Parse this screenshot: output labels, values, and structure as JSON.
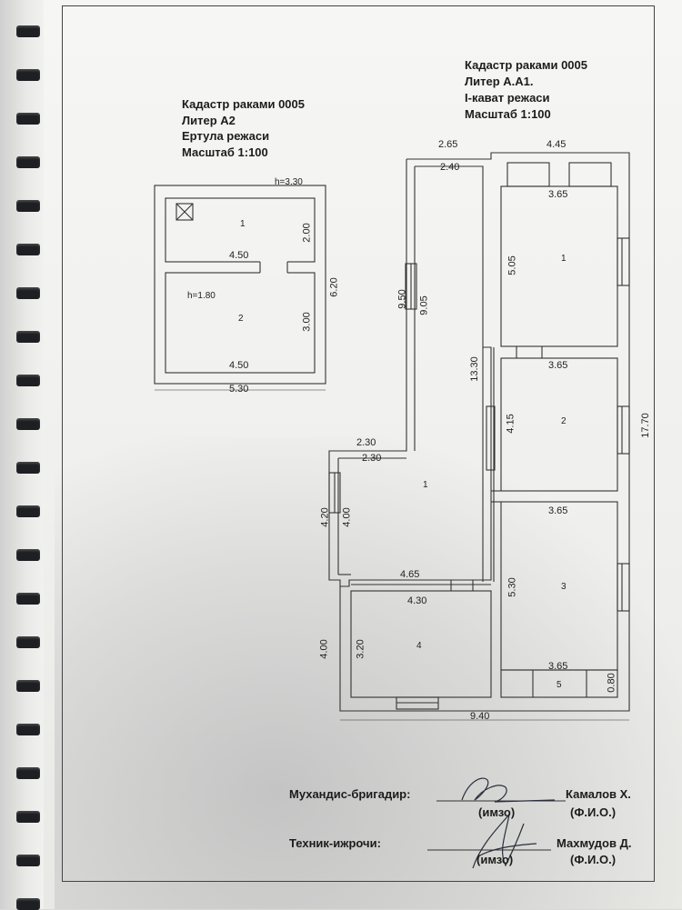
{
  "left_plan": {
    "header": [
      "Кадастр раками 0005",
      "Литер А2",
      "Ертула режаси",
      "Масштаб 1:100"
    ],
    "height_top": "h=3.30",
    "height_room2": "h=1.80",
    "rooms": [
      "1",
      "2"
    ],
    "dims": {
      "room1_width": "4.50",
      "room1_depth": "2.00",
      "room2_width": "4.50",
      "room2_depth": "3.00",
      "total_depth": "6.20",
      "total_width": "5.30"
    }
  },
  "right_plan": {
    "header": [
      "Кадастр раками 0005",
      "Литер А.А1.",
      "I-кават режаси",
      "Масштаб 1:100"
    ],
    "rooms": [
      "1",
      "1",
      "2",
      "3",
      "4",
      "5"
    ],
    "dims": {
      "top_left_outer": "2.65",
      "top_right_outer": "4.45",
      "top_left_inner": "2.40",
      "r1_width": "3.65",
      "r1_depth": "5.05",
      "corridor_outer": "9.50",
      "corridor_inner": "9.05",
      "wing_depth": "13.30",
      "r2_width": "3.65",
      "r2_depth": "4.15",
      "total_depth": "17.70",
      "step_outer": "2.30",
      "step_inner": "2.30",
      "hall_outer": "4.20",
      "hall_inner": "4.00",
      "r3_width": "3.65",
      "r3_depth": "5.30",
      "r4_outer_width": "4.65",
      "r4_inner_width": "4.30",
      "r4_outer_depth": "4.00",
      "r4_inner_depth": "3.20",
      "r5_width": "3.65",
      "r5_depth": "0.80",
      "total_width": "9.40"
    }
  },
  "signatures": {
    "engineer_label": "Мухандис-бригадир:",
    "engineer_name": "Камалов Х.",
    "technician_label": "Техник-ижрочи:",
    "technician_name": "Махмудов Д.",
    "sign_caption": "(имзо)",
    "name_caption": "(Ф.И.О.)"
  },
  "colors": {
    "ink": "#1c1c1c",
    "paper": "#f4f4f2",
    "rings": "#1d1f22"
  }
}
